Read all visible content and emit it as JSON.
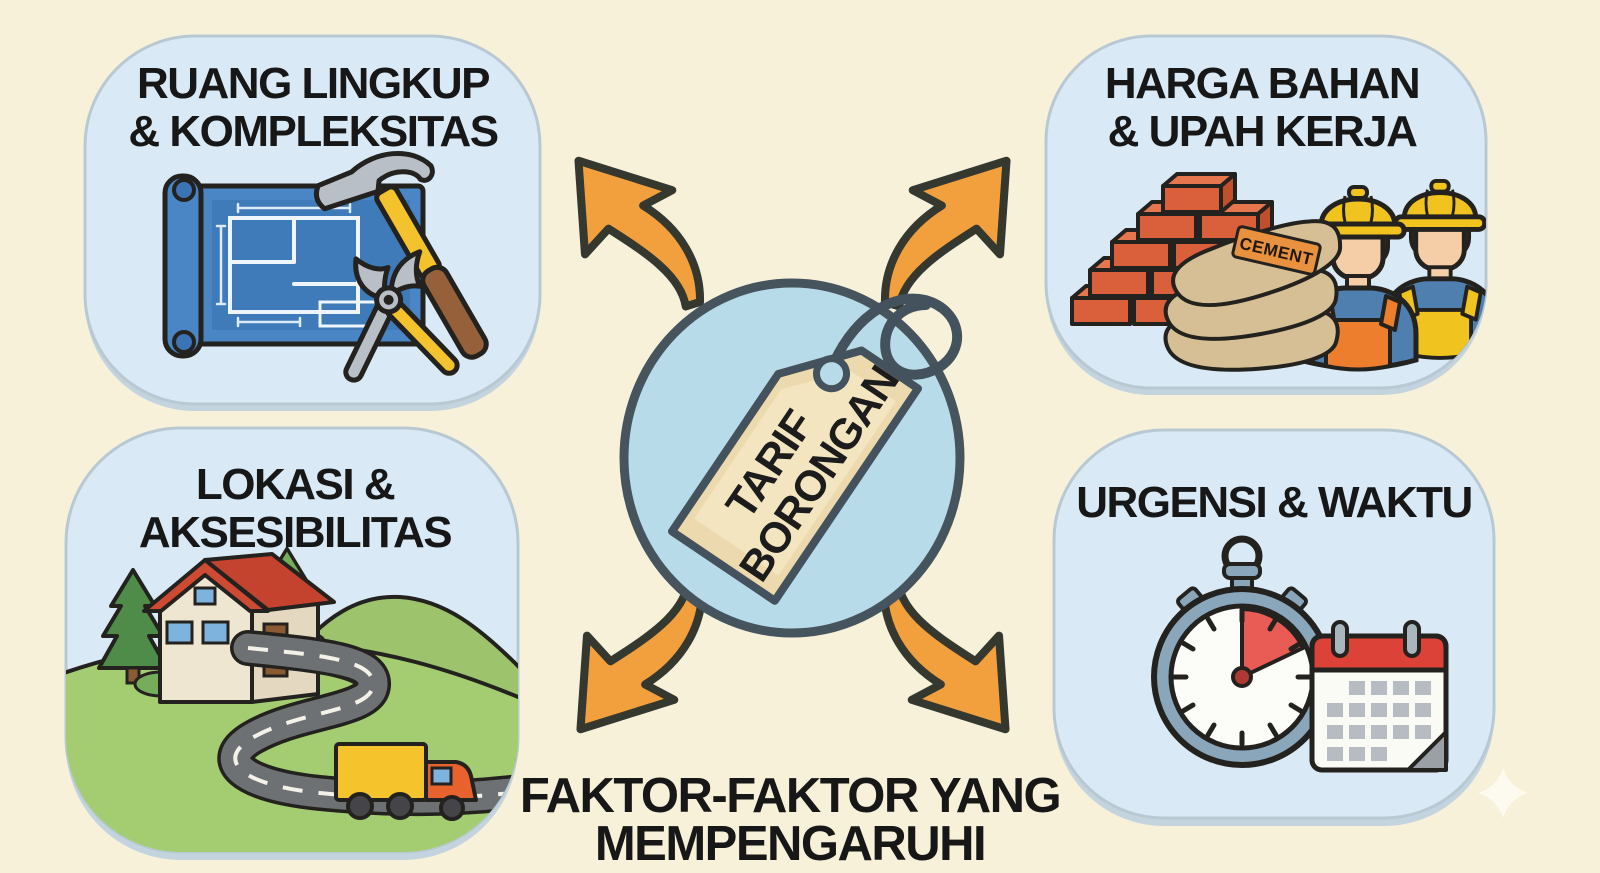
{
  "diagram": {
    "center": {
      "tag_line1": "TARIF",
      "tag_line2": "BORONGAN"
    },
    "quadrants": {
      "top_left": {
        "line1": "RUANG LINGKUP",
        "line2": "& KOMPLEKSITAS"
      },
      "top_right": {
        "line1": "HARGA BAHAN",
        "line2": "& UPAH KERJA",
        "cement_bag_label": "CEMENT"
      },
      "bottom_left": {
        "line1": "LOKASI &",
        "line2": "AKSESIBILITAS"
      },
      "bottom_right": {
        "line1": "URGENSI & WAKTU"
      }
    },
    "footer": {
      "line1": "FAKTOR-FAKTOR YANG",
      "line2": "MEMPENGARUHI"
    },
    "colors": {
      "background": "#f7f1da",
      "panel_fill": "#d9eaf6",
      "panel_edge": "#b8c9d3",
      "panel_shadow": "#c4d4de",
      "circle_fill": "#b7dbe8",
      "dark_outline": "#23221f",
      "slate_outline": "#46545e",
      "arrow_orange": "#f2a03d",
      "tag_fill": "#ecd9ad",
      "blueprint_blue": "#4a86c6",
      "brick_red": "#d9603a",
      "cement_tan": "#d7bf95",
      "safety_yellow": "#f1c31f",
      "overall_orange": "#ec7e2e",
      "shirt_blue": "#4e7fae",
      "grass_green": "#a4cd72",
      "road_gray": "#6e7173",
      "timer_red": "#e85c55",
      "calendar_red": "#dd4238"
    }
  }
}
